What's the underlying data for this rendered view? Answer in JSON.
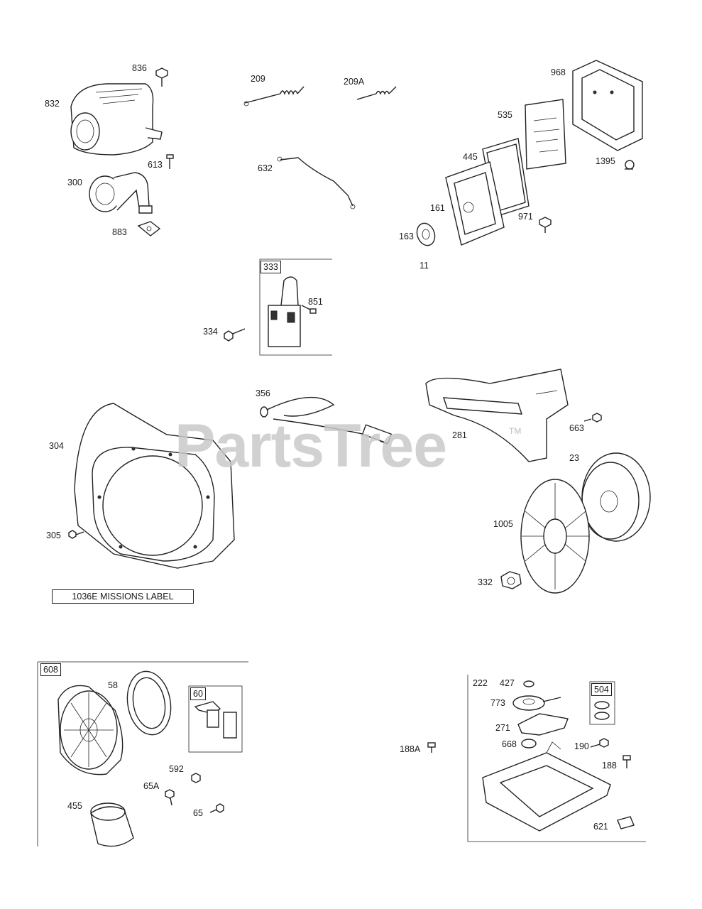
{
  "watermark": {
    "text": "PartsTree",
    "trademark": "TM"
  },
  "note": {
    "text": "1036E MISSIONS LABEL"
  },
  "callouts": {
    "c836": "836",
    "c832": "832",
    "c613": "613",
    "c300": "300",
    "c883": "883",
    "c209": "209",
    "c209a": "209A",
    "c632": "632",
    "c334": "334",
    "c851": "851",
    "c356": "356",
    "c304": "304",
    "c305": "305",
    "c968": "968",
    "c535": "535",
    "c445": "445",
    "c1395": "1395",
    "c161": "161",
    "c971": "971",
    "c163": "163",
    "c11": "11",
    "c281": "281",
    "c663": "663",
    "c23": "23",
    "c1005": "1005",
    "c332": "332",
    "c58": "58",
    "c592": "592",
    "c65a": "65A",
    "c455": "455",
    "c65": "65",
    "c188a": "188A",
    "c222": "222",
    "c427": "427",
    "c773": "773",
    "c271": "271",
    "c668": "668",
    "c190": "190",
    "c188": "188",
    "c621": "621"
  },
  "kits": {
    "k333": "333",
    "k608": "608",
    "k60": "60",
    "k504": "504"
  },
  "colors": {
    "line": "#222222",
    "watermark": "#c9c9c9",
    "background": "#ffffff"
  }
}
